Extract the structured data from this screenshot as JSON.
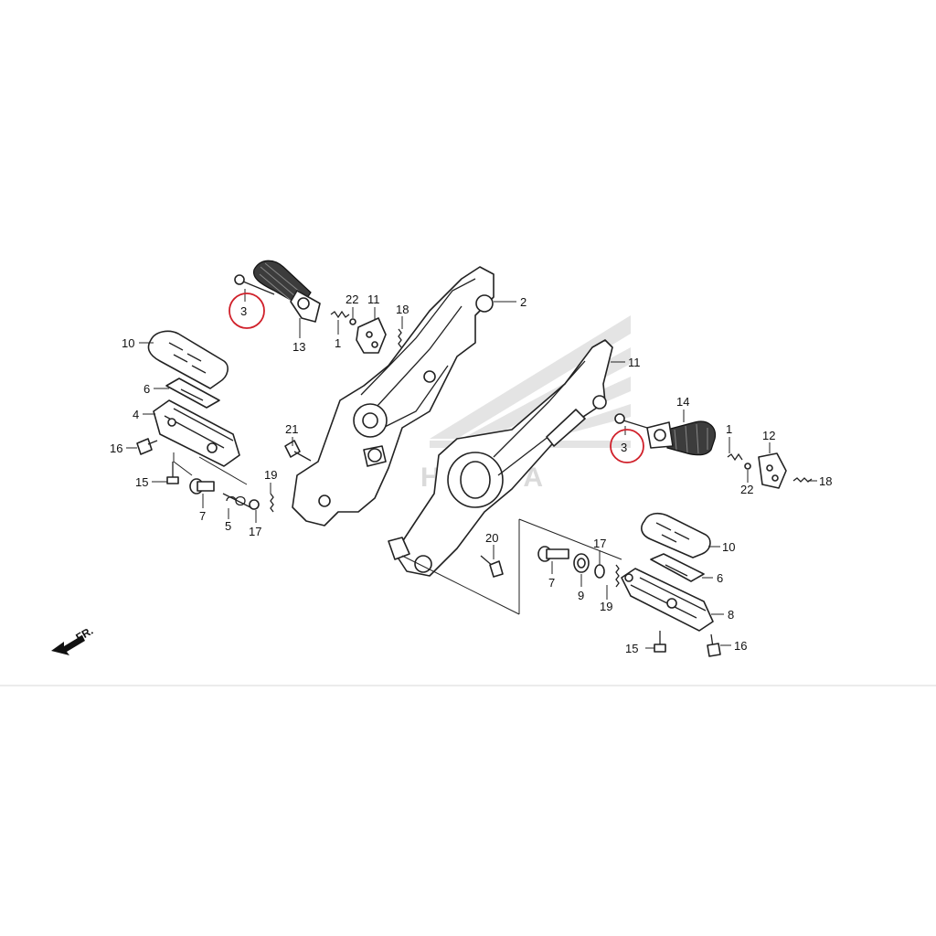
{
  "watermark": {
    "brand": "HONDA",
    "color": "#d6d6d6"
  },
  "direction_indicator": {
    "label": "FR.",
    "icon": "arrow-left-icon"
  },
  "highlight": {
    "color": "#d0202a",
    "targets": [
      "3",
      "3"
    ]
  },
  "callouts": [
    {
      "id": "c3a",
      "label": "3"
    },
    {
      "id": "c13",
      "label": "13"
    },
    {
      "id": "c22a",
      "label": "22"
    },
    {
      "id": "c1a",
      "label": "1"
    },
    {
      "id": "c11a",
      "label": "11"
    },
    {
      "id": "c18a",
      "label": "18"
    },
    {
      "id": "c2",
      "label": "2"
    },
    {
      "id": "c10a",
      "label": "10"
    },
    {
      "id": "c6a",
      "label": "6"
    },
    {
      "id": "c4",
      "label": "4"
    },
    {
      "id": "c16a",
      "label": "16"
    },
    {
      "id": "c15a",
      "label": "15"
    },
    {
      "id": "c7a",
      "label": "7"
    },
    {
      "id": "c5",
      "label": "5"
    },
    {
      "id": "c17a",
      "label": "17"
    },
    {
      "id": "c19a",
      "label": "19"
    },
    {
      "id": "c21",
      "label": "21"
    },
    {
      "id": "c11b",
      "label": "11"
    },
    {
      "id": "c14",
      "label": "14"
    },
    {
      "id": "c3b",
      "label": "3"
    },
    {
      "id": "c1b",
      "label": "1"
    },
    {
      "id": "c12",
      "label": "12"
    },
    {
      "id": "c22b",
      "label": "22"
    },
    {
      "id": "c18b",
      "label": "18"
    },
    {
      "id": "c20",
      "label": "20"
    },
    {
      "id": "c7b",
      "label": "7"
    },
    {
      "id": "c9",
      "label": "9"
    },
    {
      "id": "c17b",
      "label": "17"
    },
    {
      "id": "c19b",
      "label": "19"
    },
    {
      "id": "c10b",
      "label": "10"
    },
    {
      "id": "c6b",
      "label": "6"
    },
    {
      "id": "c8",
      "label": "8"
    },
    {
      "id": "c15b",
      "label": "15"
    },
    {
      "id": "c16b",
      "label": "16"
    }
  ]
}
